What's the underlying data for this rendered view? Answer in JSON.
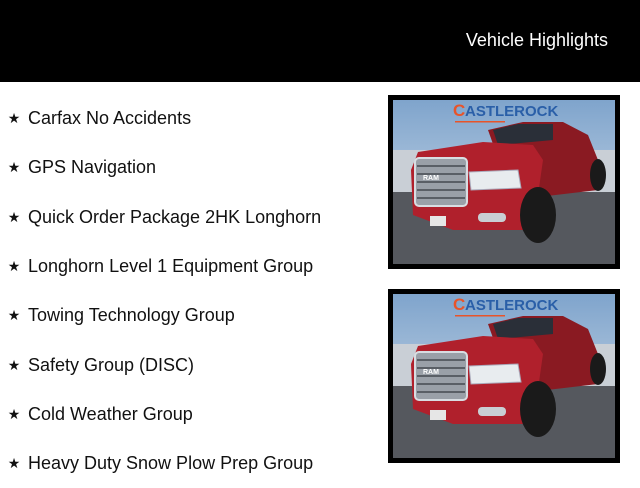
{
  "header": {
    "title": "Vehicle Highlights"
  },
  "highlights": [
    {
      "icon": "star-icon",
      "label": "Carfax No Accidents"
    },
    {
      "icon": "star-icon",
      "label": "GPS Navigation"
    },
    {
      "icon": "star-icon",
      "label": "Quick Order Package 2HK Longhorn"
    },
    {
      "icon": "star-icon",
      "label": "Longhorn Level 1 Equipment Group"
    },
    {
      "icon": "star-icon",
      "label": "Towing Technology Group"
    },
    {
      "icon": "star-icon",
      "label": "Safety Group (DISC)"
    },
    {
      "icon": "star-icon",
      "label": "Cold Weather Group"
    },
    {
      "icon": "star-icon",
      "label": "Heavy Duty Snow Plow Prep Group"
    }
  ],
  "photos": [
    {
      "logo_text": "CASTLEROCK",
      "grille_text": "RAM"
    },
    {
      "logo_text": "CASTLEROCK",
      "grille_text": "RAM"
    }
  ],
  "colors": {
    "header_bg": "#000000",
    "truck": "#b0202c",
    "logo_orange": "#e8542a",
    "logo_blue": "#2a5fa8"
  }
}
